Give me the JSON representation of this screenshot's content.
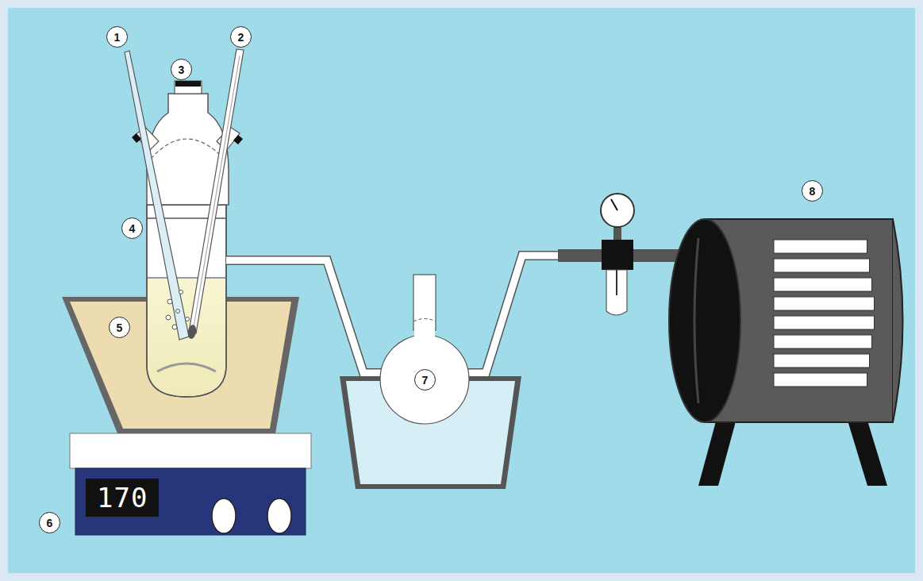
{
  "diagram": {
    "labels": [
      "1",
      "3",
      "2",
      "8",
      "4",
      "5",
      "7",
      "6",
      "170"
    ]
  }
}
